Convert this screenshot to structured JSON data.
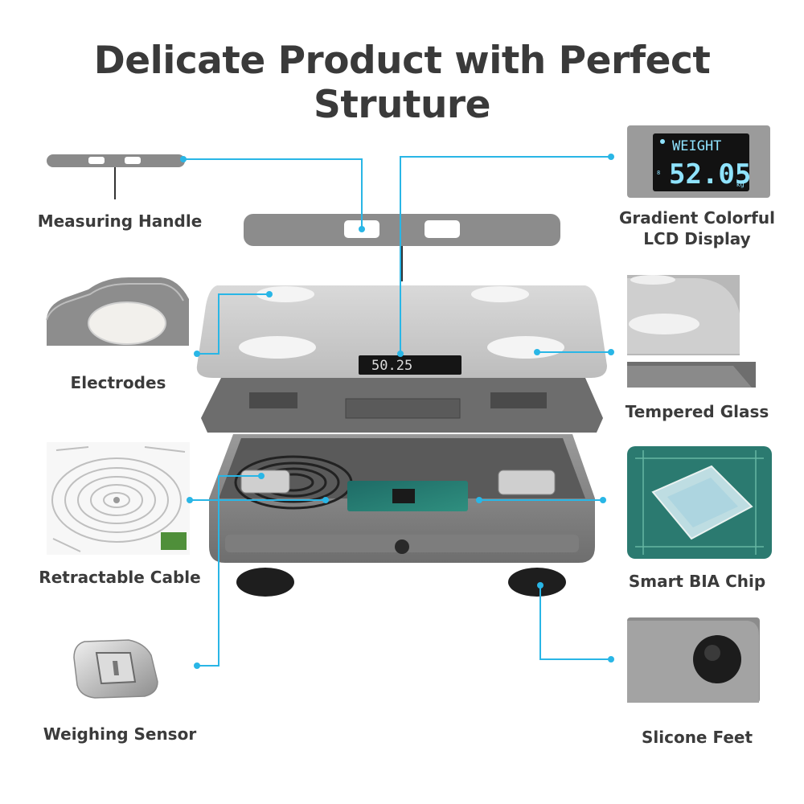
{
  "title": "Delicate Product with Perfect Struture",
  "features": {
    "measuring_handle": "Measuring Handle",
    "lcd_display_line1": "Gradient Colorful",
    "lcd_display_line2": "LCD Display",
    "electrodes": "Electrodes",
    "tempered_glass": "Tempered Glass",
    "retractable_cable": "Retractable Cable",
    "smart_bia_chip": "Smart BIA Chip",
    "weighing_sensor": "Weighing Sensor",
    "silicone_feet": "Slicone Feet"
  },
  "lcd": {
    "mode": "WEIGHT",
    "value": "52.05",
    "unit": "kg",
    "scale_value": "50.25"
  },
  "colors": {
    "accent": "#29b6e6",
    "body": "#8a8a8a",
    "dark": "#4a4a4a",
    "lcd_text": "#8fe3ff"
  }
}
